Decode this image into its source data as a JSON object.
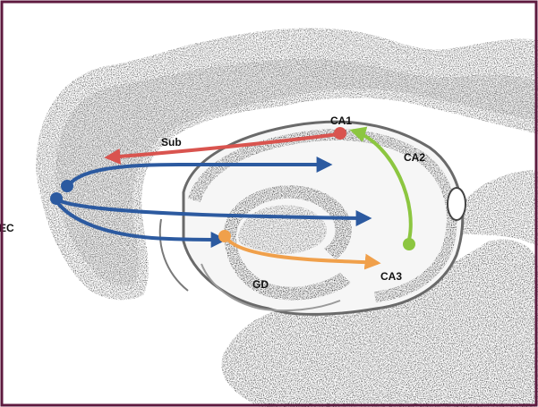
{
  "frame": {
    "border_color": "#5e1a3f"
  },
  "labels": {
    "ca1": "CA1",
    "ca2": "CA2",
    "ca3": "CA3",
    "sub": "Sub",
    "gd": "GD",
    "ec": "EC"
  },
  "pathways": [
    {
      "from": "CA1",
      "to": "Sub",
      "color": "#d9544f"
    },
    {
      "from": "CA2",
      "to": "CA1",
      "color": "#8cc640"
    },
    {
      "from": "EC",
      "to": "CA1",
      "color": "#2c5aa0"
    },
    {
      "from": "EC",
      "to": "CA3",
      "color": "#2c5aa0"
    },
    {
      "from": "EC",
      "to": "GD",
      "color": "#2c5aa0"
    },
    {
      "from": "GD",
      "to": "CA3",
      "color": "#f0a04b"
    }
  ]
}
